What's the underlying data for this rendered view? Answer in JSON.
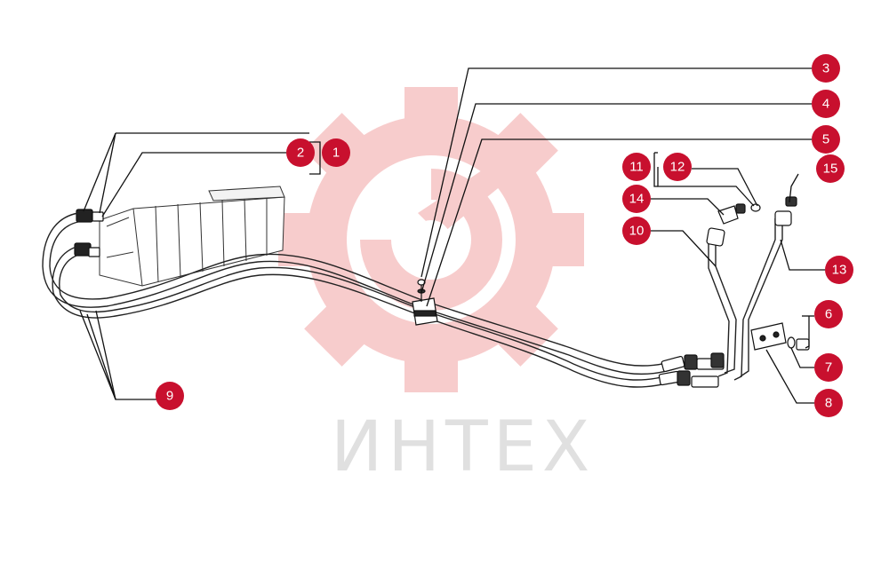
{
  "watermark": {
    "text": "ИНТЕХ",
    "color": "#e0e0e0",
    "gear_color": "#f7c9c9"
  },
  "callout_color": "#c8102e",
  "callouts": [
    {
      "label": "1"
    },
    {
      "label": "2"
    },
    {
      "label": "3"
    },
    {
      "label": "4"
    },
    {
      "label": "5"
    },
    {
      "label": "6"
    },
    {
      "label": "7"
    },
    {
      "label": "8"
    },
    {
      "label": "9"
    },
    {
      "label": "10"
    },
    {
      "label": "11"
    },
    {
      "label": "12"
    },
    {
      "label": "13"
    },
    {
      "label": "14"
    },
    {
      "label": "15"
    }
  ]
}
